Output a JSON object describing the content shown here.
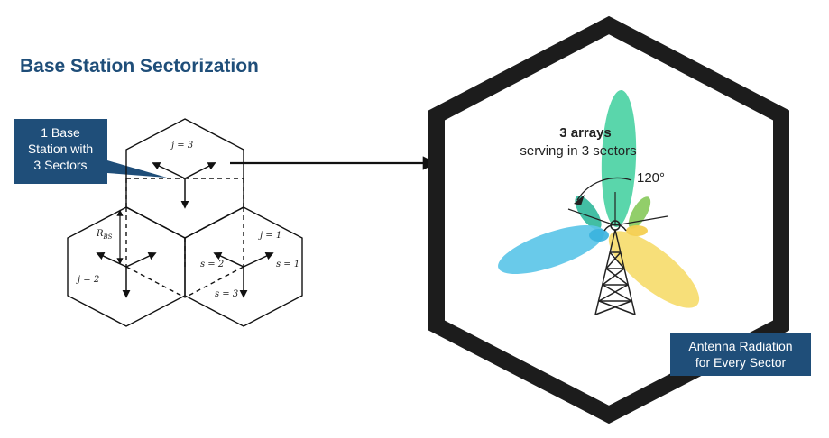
{
  "title": "Base Station Sectorization",
  "callout_left": {
    "line1": "1 Base",
    "line2": "Station with",
    "line3": "3 Sectors"
  },
  "callout_right": {
    "line1": "Antenna Radiation",
    "line2": "for Every Sector"
  },
  "cell_labels": {
    "j3": "j = 3",
    "j2": "j = 2",
    "j1": "j = 1",
    "rbs": "R",
    "rbs_sub": "BS",
    "s1": "s = 1",
    "s2": "s = 2",
    "s3": "s = 3"
  },
  "antenna": {
    "line1": "3 arrays",
    "line2": "serving in 3 sectors",
    "angle": "120°"
  },
  "colors": {
    "title": "#1f4e79",
    "callout_bg": "#1f4e79",
    "lobe_green": "#4cd3a4",
    "lobe_blue": "#5cc6e8",
    "lobe_yellow": "#f7dd72",
    "frame": "#222222"
  }
}
